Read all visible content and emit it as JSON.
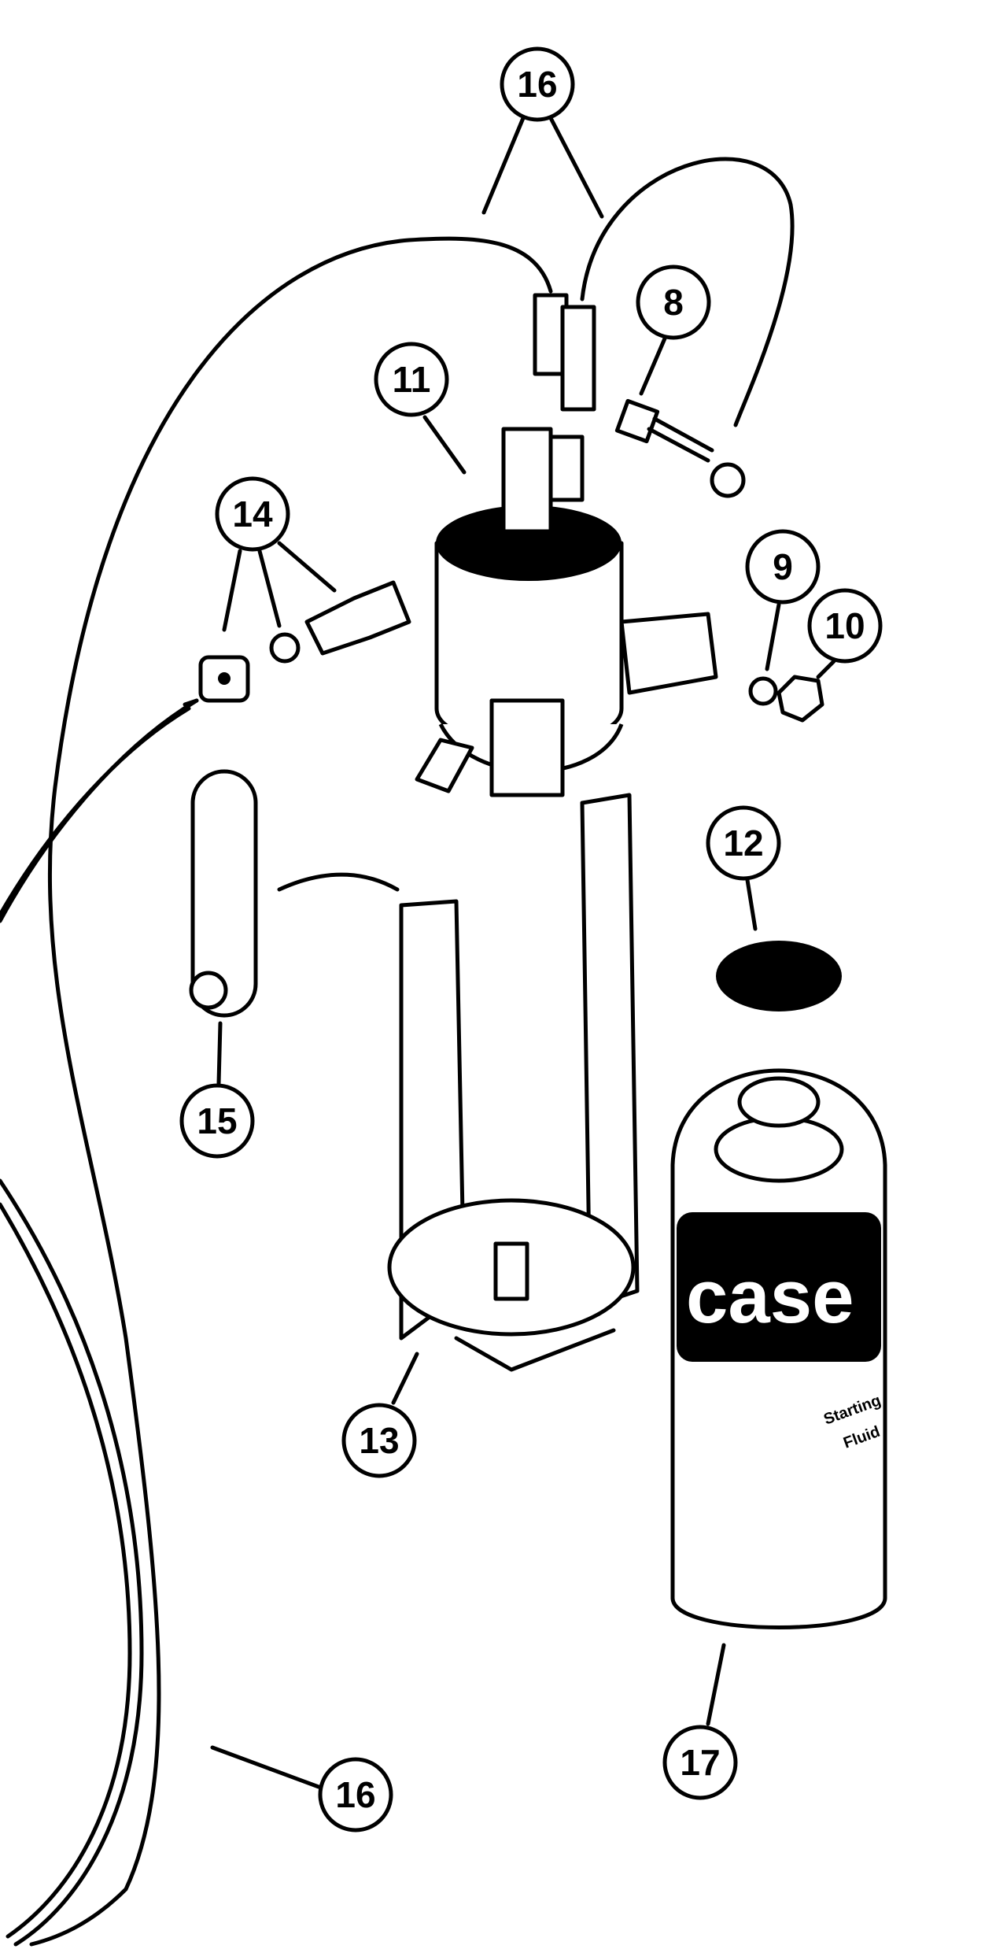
{
  "diagram": {
    "callouts": [
      {
        "id": "callout-16-top",
        "label": "16"
      },
      {
        "id": "callout-8",
        "label": "8"
      },
      {
        "id": "callout-11",
        "label": "11"
      },
      {
        "id": "callout-14",
        "label": "14"
      },
      {
        "id": "callout-9",
        "label": "9"
      },
      {
        "id": "callout-10",
        "label": "10"
      },
      {
        "id": "callout-12",
        "label": "12"
      },
      {
        "id": "callout-15",
        "label": "15"
      },
      {
        "id": "callout-13",
        "label": "13"
      },
      {
        "id": "callout-16-bottom",
        "label": "16"
      },
      {
        "id": "callout-17",
        "label": "17"
      }
    ],
    "can": {
      "logo": "case",
      "product_line1": "Starting",
      "product_line2": "Fluid"
    }
  }
}
